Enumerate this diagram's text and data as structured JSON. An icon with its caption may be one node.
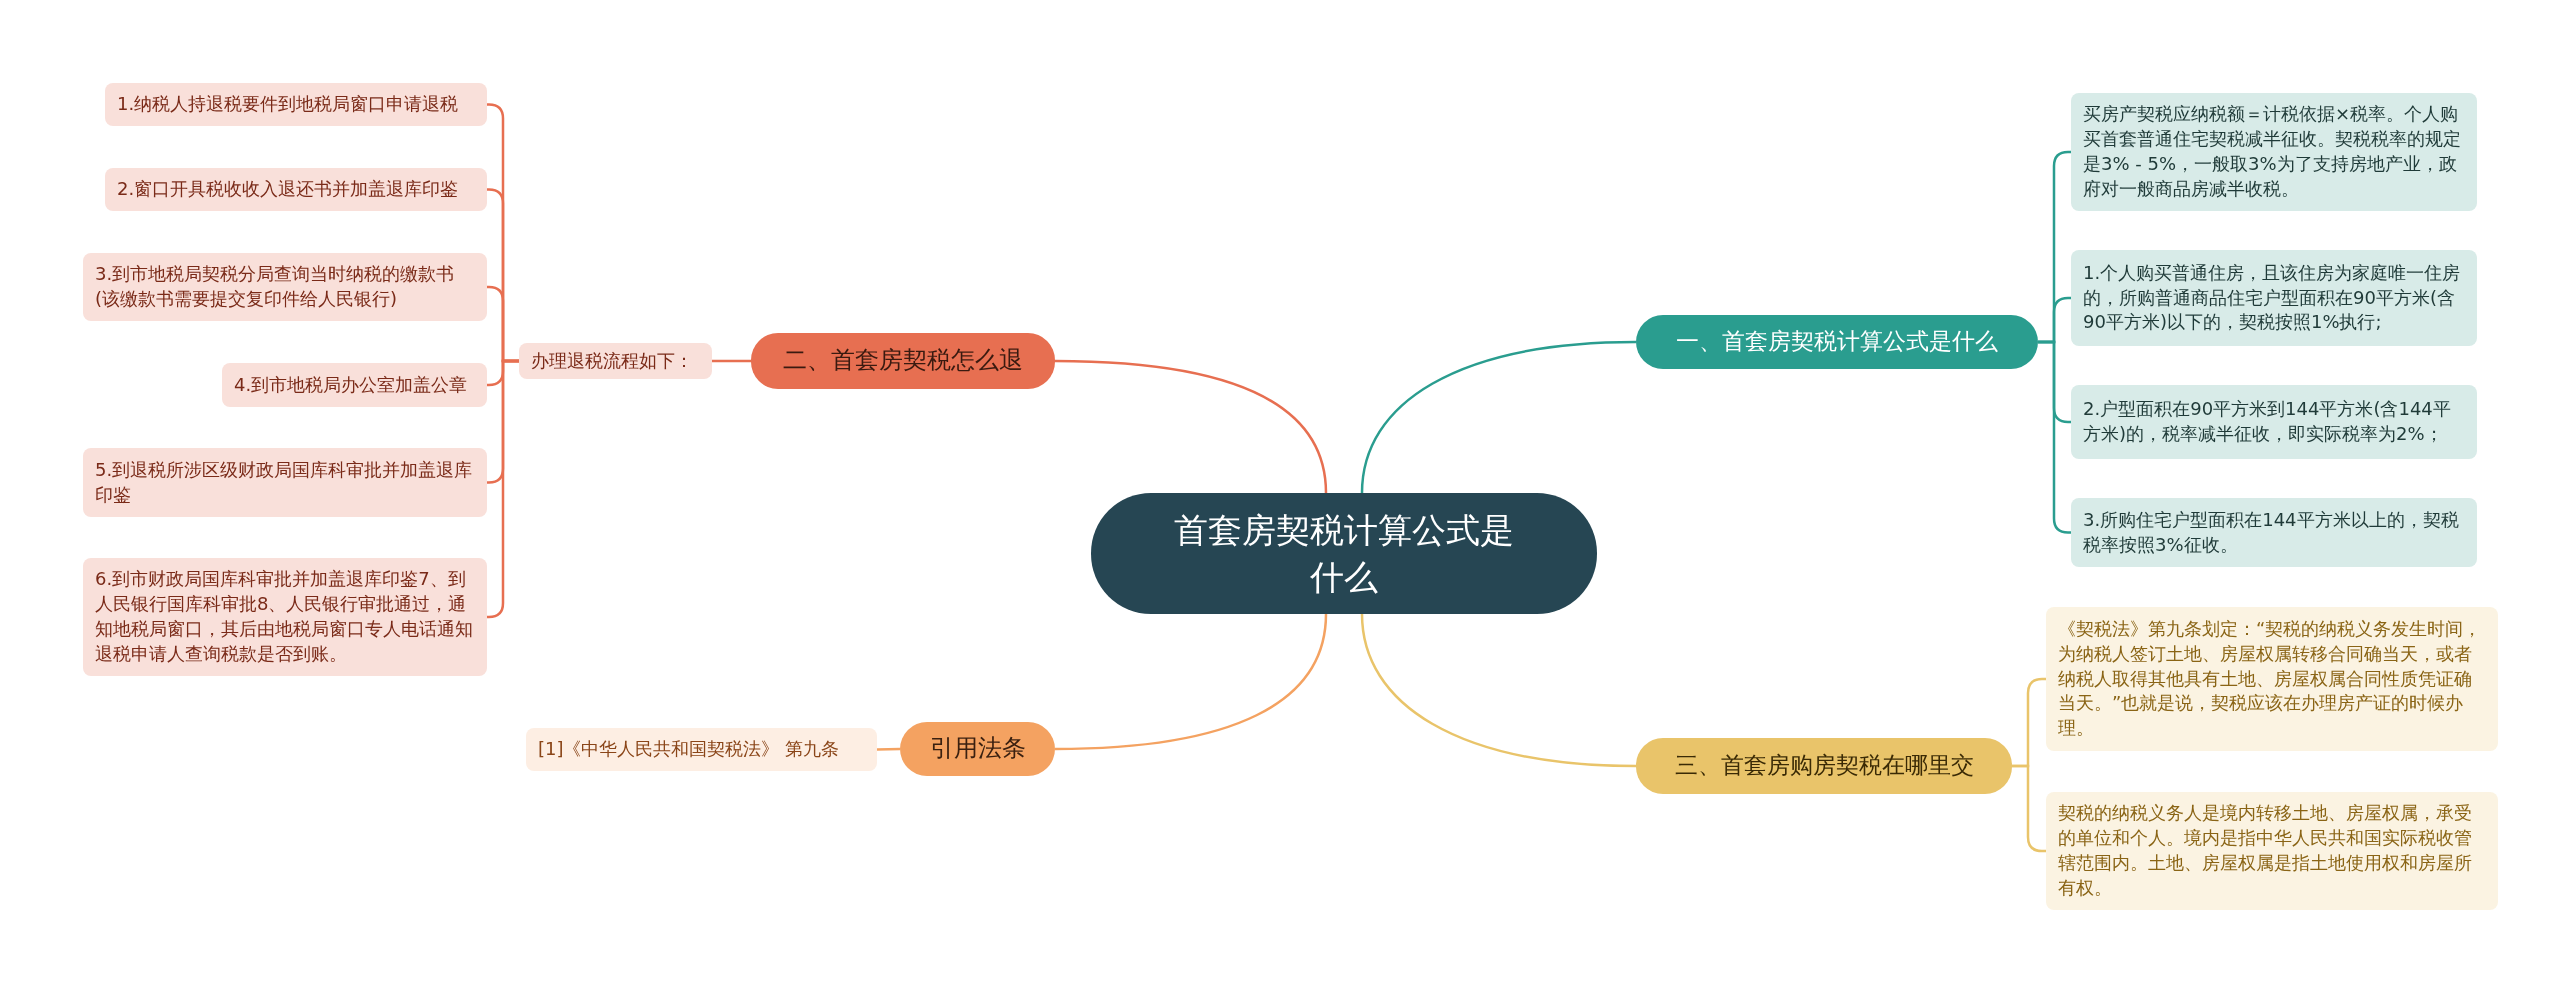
{
  "diagram": {
    "nodes": [
      {
        "text": [
          "首套房契税计算公式是什么"
        ]
      },
      {
        "text": [
          "一、首套房契税计算公式是什么"
        ]
      },
      {
        "text": [
          "买房产契税应纳税额＝计税依据×税率。个人购买首套普通住宅契税减半征收。契税税率的规定是3% - 5%，一般取3%为了支持房地产业，政府对一般商品房减半收税。"
        ]
      },
      {
        "text": [
          "1.个人购买普通住房，且该住房为家庭唯一住房的，所购普通商品住宅户型面积在90平方米(含90平方米)以下的，契税按照1%执行;"
        ]
      },
      {
        "text": [
          "2.户型面积在90平方米到144平方米(含144平方米)的，税率减半征收，即实际税率为2%；"
        ]
      },
      {
        "text": [
          "3.所购住宅户型面积在144平方米以上的，契税税率按照3%征收。"
        ]
      },
      {
        "text": [
          "三、首套房购房契税在哪里交"
        ]
      },
      {
        "text": [
          "《契税法》第九条划定：“契税的纳税义务发生时间，为纳税人签订土地、房屋权属转移合同确当天，或者纳税人取得其他具有土地、房屋权属合同性质凭证确当天。”也就是说，契税应该在办理房产证的时候办理。"
        ]
      },
      {
        "text": [
          "契税的纳税义务人是境内转移土地、房屋权属，承受的单位和个人。境内是指中华人民共和国实际税收管辖范围内。土地、房屋权属是指土地使用权和房屋所有权。"
        ]
      },
      {
        "text": [
          "二、首套房契税怎么退"
        ]
      },
      {
        "text": [
          "办理退税流程如下："
        ]
      },
      {
        "text": [
          "1.纳税人持退税要件到地税局窗口申请退税"
        ]
      },
      {
        "text": [
          "2.窗口开具税收收入退还书并加盖退库印鉴"
        ]
      },
      {
        "text": [
          "3.到市地税局契税分局查询当时纳税的缴款书(该缴款书需要提交复印件给人民银行)"
        ]
      },
      {
        "text": [
          "4.到市地税局办公室加盖公章"
        ]
      },
      {
        "text": [
          "5.到退税所涉区级财政局国库科审批并加盖退库印鉴"
        ]
      },
      {
        "text": [
          "6.到市财政局国库科审批并加盖退库印鉴7、到人民银行国库科审批8、人民银行审批通过，通知地税局窗口，其后由地税局窗口专人电话通知退税申请人查询税款是否到账。"
        ]
      },
      {
        "text": [
          "引用法条"
        ]
      },
      {
        "text": [
          "[1]《中华人民共和国契税法》 第九条"
        ]
      }
    ],
    "edges": [
      {
        "from": 0,
        "to": 1,
        "arrow": "none",
        "color": "#2a9d8f"
      },
      {
        "from": 1,
        "to": 2,
        "arrow": "none",
        "color": "#2a9d8f"
      },
      {
        "from": 1,
        "to": 3,
        "arrow": "none",
        "color": "#2a9d8f"
      },
      {
        "from": 1,
        "to": 4,
        "arrow": "none",
        "color": "#2a9d8f"
      },
      {
        "from": 1,
        "to": 5,
        "arrow": "none",
        "color": "#2a9d8f"
      },
      {
        "from": 0,
        "to": 6,
        "arrow": "none",
        "color": "#e9c46a"
      },
      {
        "from": 6,
        "to": 7,
        "arrow": "none",
        "color": "#e9c46a"
      },
      {
        "from": 6,
        "to": 8,
        "arrow": "none",
        "color": "#e9c46a"
      },
      {
        "from": 0,
        "to": 9,
        "arrow": "none",
        "color": "#e76f51"
      },
      {
        "from": 9,
        "to": 10,
        "arrow": "none",
        "color": "#e76f51"
      },
      {
        "from": 10,
        "to": 11,
        "arrow": "none",
        "color": "#e76f51"
      },
      {
        "from": 10,
        "to": 12,
        "arrow": "none",
        "color": "#e76f51"
      },
      {
        "from": 10,
        "to": 13,
        "arrow": "none",
        "color": "#e76f51"
      },
      {
        "from": 10,
        "to": 14,
        "arrow": "none",
        "color": "#e76f51"
      },
      {
        "from": 10,
        "to": 15,
        "arrow": "none",
        "color": "#e76f51"
      },
      {
        "from": 10,
        "to": 16,
        "arrow": "none",
        "color": "#e76f51"
      },
      {
        "from": 0,
        "to": 17,
        "arrow": "none",
        "color": "#f4a261"
      },
      {
        "from": 17,
        "to": 18,
        "arrow": "none",
        "color": "#f4a261"
      }
    ]
  }
}
